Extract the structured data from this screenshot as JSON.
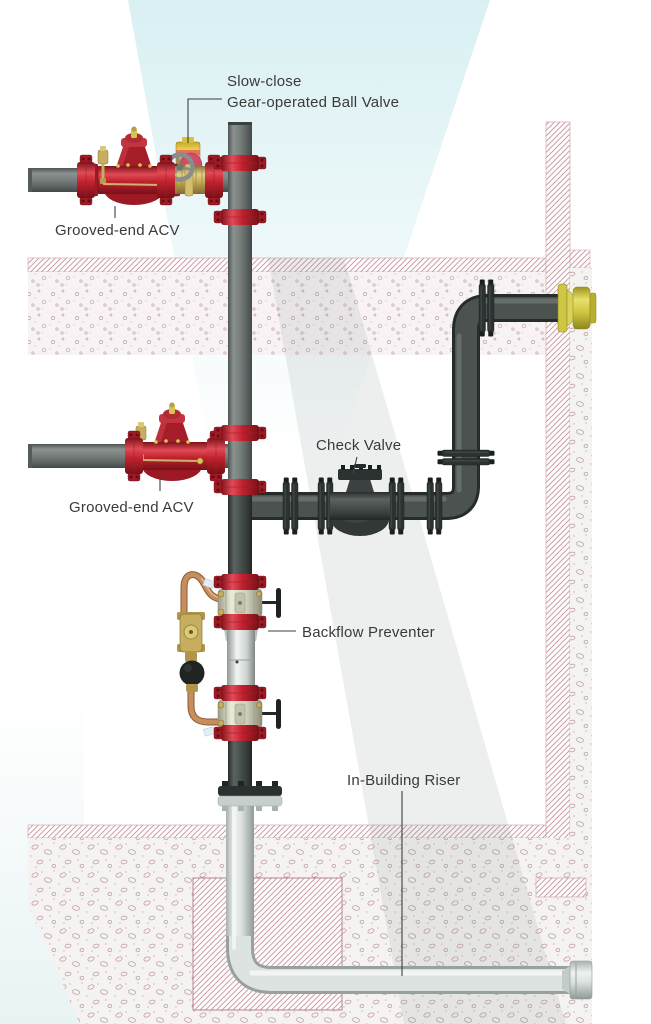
{
  "labels": {
    "ball_valve_line1": "Slow-close",
    "ball_valve_line2": "Gear-operated Ball Valve",
    "acv_top": "Grooved-end ACV",
    "acv_mid": "Grooved-end ACV",
    "check_valve": "Check Valve",
    "backflow_preventer": "Backflow Preventer",
    "riser": "In-Building Riser"
  },
  "colors": {
    "coupling_red": "#c1232f",
    "valve_body_red": "#b02029",
    "brass": "#c7ad5e",
    "copper": "#c68d5d",
    "actuator_yellow": "#eed94f",
    "wall_fitting_yellow": "#d9d158",
    "pipe_gray": "#777e7c",
    "pipe_dark": "#4a514f",
    "pipe_galvanized": "#dde3e1",
    "backflow_module_beige": "#cfcfbc",
    "texture_pink": "#c88f99",
    "background_cyan": "#d7eff2",
    "label_text": "#3a3a3a"
  }
}
